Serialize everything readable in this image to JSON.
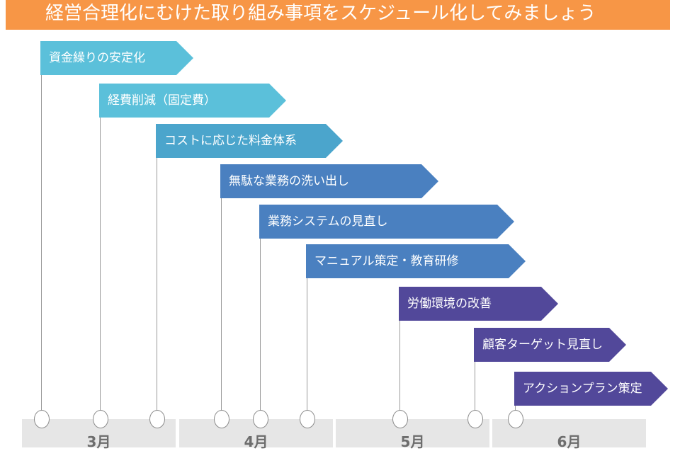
{
  "title": "経営合理化にむけた取り組み事項をスケジュール化してみましょう",
  "tasks": [
    {
      "label": "資金繰りの安定化",
      "color": "#5bc0da"
    },
    {
      "label": "経費削減（固定費）",
      "color": "#5bc0da"
    },
    {
      "label": "コストに応じた料金体系",
      "color": "#4ba5cc"
    },
    {
      "label": "無駄な業務の洗い出し",
      "color": "#4a80c0"
    },
    {
      "label": "業務システムの見直し",
      "color": "#4a80c0"
    },
    {
      "label": "マニュアル策定・教育研修",
      "color": "#4a80c0"
    },
    {
      "label": "労働環境の改善",
      "color": "#52489a"
    },
    {
      "label": "顧客ターゲット見直し",
      "color": "#52489a"
    },
    {
      "label": "アクションプラン策定",
      "color": "#52489a"
    }
  ],
  "months": [
    "3月",
    "4月",
    "5月",
    "6月"
  ],
  "colors": {
    "header": "#f79646",
    "month_bg": "#e6e6e6"
  }
}
